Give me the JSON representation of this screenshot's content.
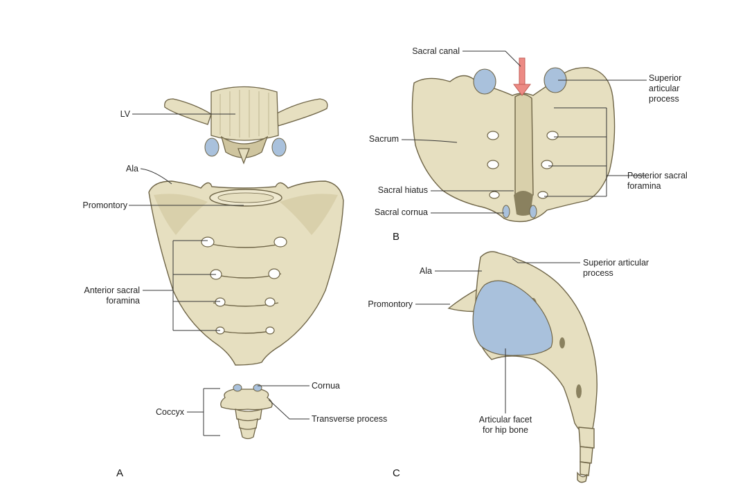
{
  "panels": {
    "a": "A",
    "b": "B",
    "c": "C"
  },
  "labels": {
    "lv": "LV",
    "ala_a": "Ala",
    "promontory_a": "Promontory",
    "anterior_foramina_1": "Anterior sacral",
    "anterior_foramina_2": "foramina",
    "coccyx": "Coccyx",
    "cornua": "Cornua",
    "transverse_process": "Transverse process",
    "sacral_canal": "Sacral canal",
    "sup_art_b_1": "Superior",
    "sup_art_b_2": "articular",
    "sup_art_b_3": "process",
    "sacrum": "Sacrum",
    "post_foramina_1": "Posterior sacral",
    "post_foramina_2": "foramina",
    "sacral_hiatus": "Sacral hiatus",
    "sacral_cornua": "Sacral cornua",
    "ala_c": "Ala",
    "sup_art_c_1": "Superior articular",
    "sup_art_c_2": "process",
    "promontory_c": "Promontory",
    "facet_1": "Articular facet",
    "facet_2": "for hip bone"
  },
  "colors": {
    "bone": "#e6dfc0",
    "bone_shadow": "#cfc59f",
    "bone_outline": "#6e6446",
    "cartilage": "#a9c1dc",
    "arrow": "#ec8a84",
    "leader": "#333333"
  }
}
